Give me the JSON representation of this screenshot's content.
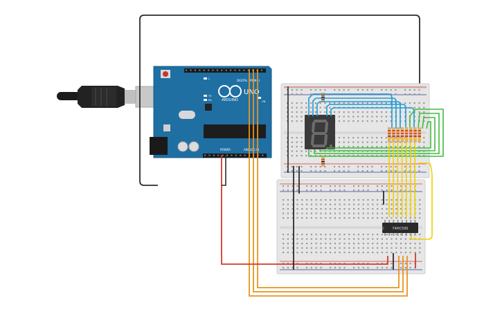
{
  "arduino": {
    "brand": "ARDUINO",
    "model": "UNO",
    "digital_label": "DIGITAL (PWM~)",
    "power_label": "POWER",
    "analog_label": "ANALOG IN",
    "on_label": "ON",
    "tx_label": "TX",
    "rx_label": "RX",
    "l_label": "L"
  },
  "shift_register": {
    "label": "74HC595"
  },
  "colors": {
    "board_blue": "#1f6fa3",
    "wire_black": "#2b2b2b",
    "wire_red": "#d23a2a",
    "wire_orange": "#e8931f",
    "wire_blue": "#1e9bd7",
    "wire_green": "#3dbb3d",
    "wire_yellow": "#f0d000"
  }
}
